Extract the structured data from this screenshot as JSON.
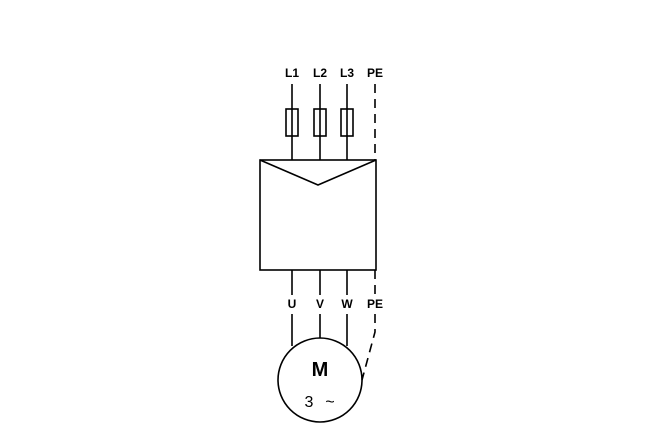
{
  "supply": {
    "l1": "L1",
    "l2": "L2",
    "l3": "L3",
    "pe": "PE"
  },
  "outputs": {
    "u": "U",
    "v": "V",
    "w": "W",
    "pe": "PE"
  },
  "motor": {
    "letter": "M",
    "phase_number": "3",
    "ac_symbol": "~"
  }
}
